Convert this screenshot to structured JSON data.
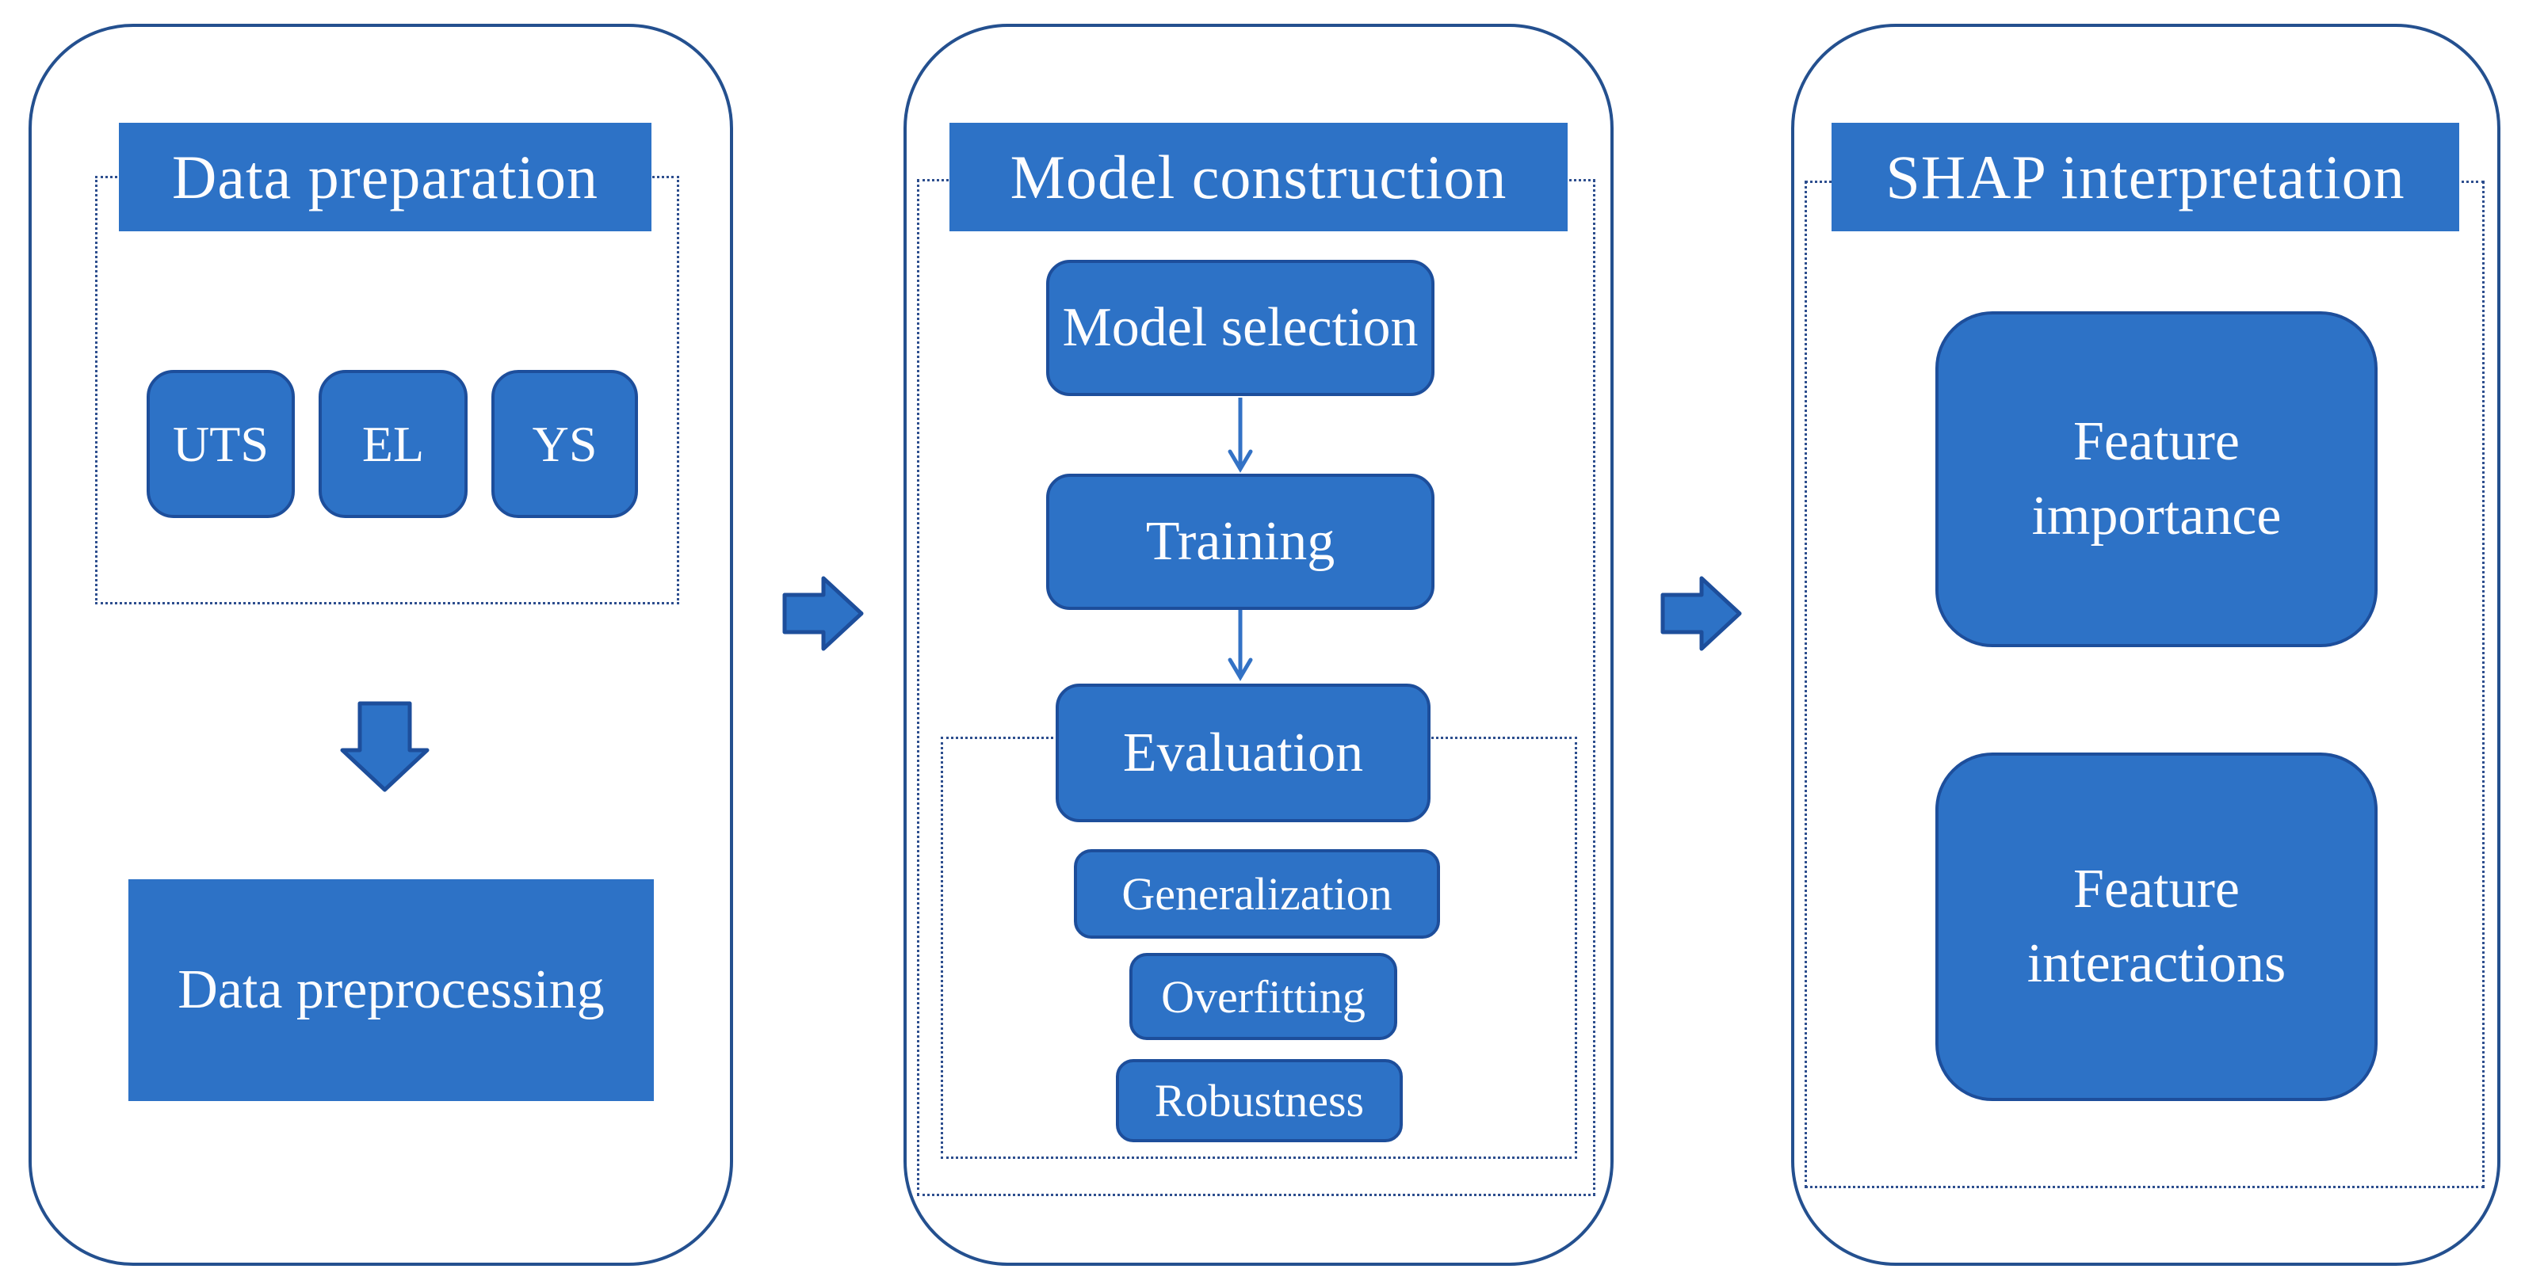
{
  "diagram_title": "ML workflow pipeline diagram",
  "colors": {
    "box_fill": "#2d72c6",
    "box_border": "#1d4e9b",
    "panel_border": "#24508f",
    "dotted_border": "#2d4e8e",
    "thin_arrow": "#3372c5",
    "text": "#fdfdfe",
    "background": "#ffffff"
  },
  "panels": [
    {
      "title": "Data preparation",
      "targets": [
        "UTS",
        "EL",
        "YS"
      ],
      "preprocessing_label": "Data preprocessing"
    },
    {
      "title": "Model construction",
      "steps": [
        "Model selection",
        "Training",
        "Evaluation"
      ],
      "criteria": [
        "Generalization",
        "Overfitting",
        "Robustness"
      ]
    },
    {
      "title": "SHAP interpretation",
      "outputs": [
        "Feature importance",
        "Feature interactions"
      ]
    }
  ],
  "icons": {
    "flow_arrow_1": "right-block-arrow",
    "flow_arrow_2": "right-block-arrow",
    "down_block_arrow": "down-block-arrow",
    "step_arrow_1": "thin-down-arrow",
    "step_arrow_2": "thin-down-arrow"
  }
}
